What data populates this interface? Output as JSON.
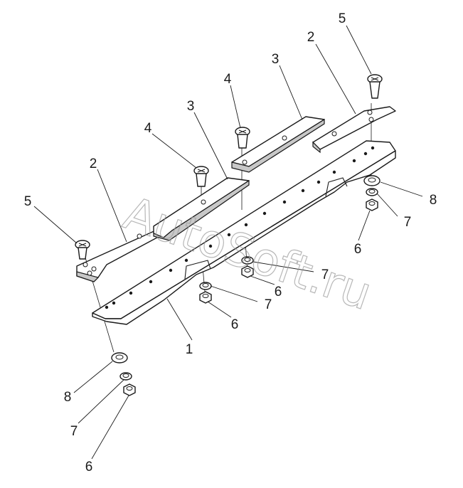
{
  "callouts": [
    {
      "id": "c1",
      "label": "1"
    },
    {
      "id": "c2a",
      "label": "2"
    },
    {
      "id": "c2b",
      "label": "2"
    },
    {
      "id": "c3a",
      "label": "3"
    },
    {
      "id": "c3b",
      "label": "3"
    },
    {
      "id": "c4a",
      "label": "4"
    },
    {
      "id": "c4b",
      "label": "4"
    },
    {
      "id": "c5a",
      "label": "5"
    },
    {
      "id": "c5b",
      "label": "5"
    },
    {
      "id": "c6a",
      "label": "6"
    },
    {
      "id": "c6b",
      "label": "6"
    },
    {
      "id": "c6c",
      "label": "6"
    },
    {
      "id": "c6d",
      "label": "6"
    },
    {
      "id": "c7a",
      "label": "7"
    },
    {
      "id": "c7b",
      "label": "7"
    },
    {
      "id": "c7c",
      "label": "7"
    },
    {
      "id": "c7d",
      "label": "7"
    },
    {
      "id": "c8a",
      "label": "8"
    },
    {
      "id": "c8b",
      "label": "8"
    }
  ],
  "watermark": {
    "text": "AutoSoft.ru"
  }
}
